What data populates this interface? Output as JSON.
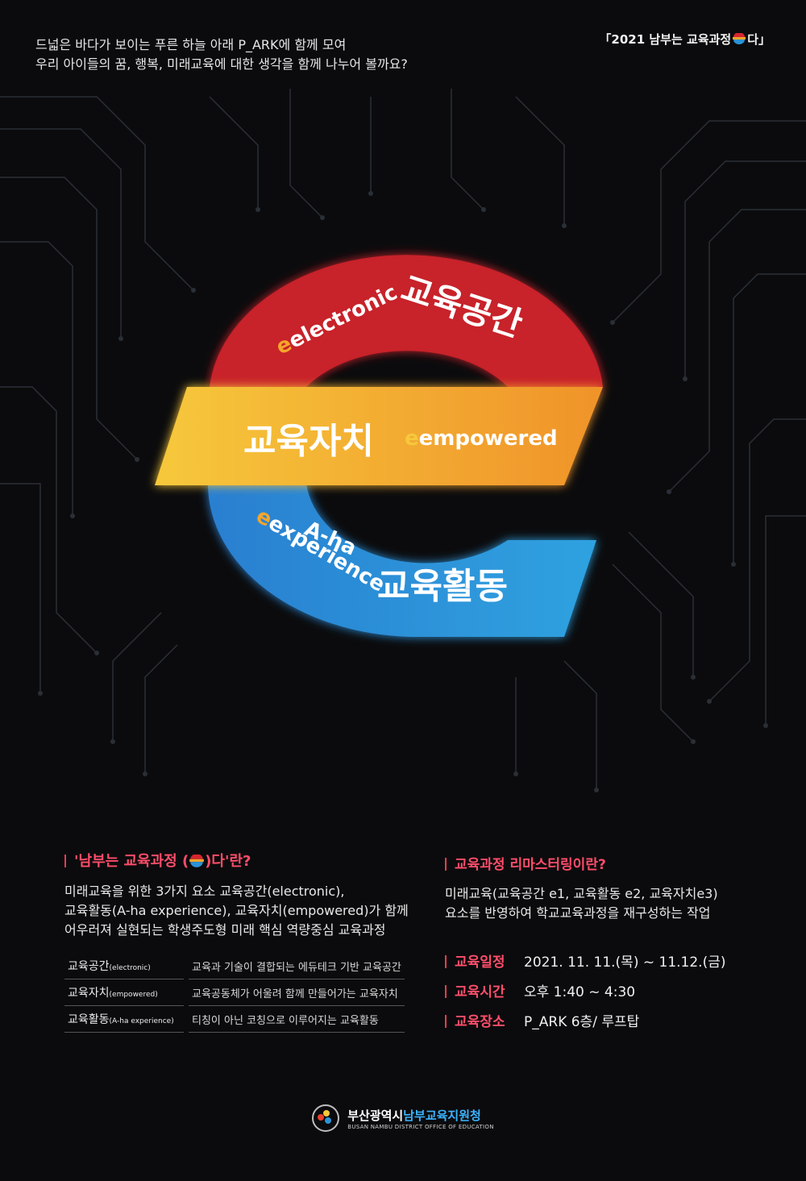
{
  "intro": {
    "line1": "드넓은 바다가 보이는 푸른 하늘 아래 P_ARK에 함께 모여",
    "line2": "우리 아이들의 꿈, 행복, 미래교육에 대한 생각을 함께 나누어 볼까요?"
  },
  "top_tag": "「2021 남부는 교육과정",
  "top_tag_end": "다」",
  "emblem": {
    "red_en": "electronic",
    "red_ko": "교육공간",
    "orange_ko": "교육자치",
    "orange_en": "empowered",
    "blue_en1": "A-ha",
    "blue_en2": "experience",
    "blue_ko": "교육활동"
  },
  "left": {
    "heading_pre": "'남부는 교육과정 (",
    "heading_post": ")다'란?",
    "body1": "미래교육을 위한 3가지 요소 교육공간(electronic),",
    "body2": "교육활동(A-ha experience), 교육자치(empowered)가 함께",
    "body3": "어우러져 실현되는 학생주도형 미래 핵심 역량중심 교육과정",
    "rows": [
      {
        "term": "교육공간",
        "sub": "(electronic)",
        "desc": "교육과 기술이 결합되는 에듀테크 기반 교육공간"
      },
      {
        "term": "교육자치",
        "sub": "(empowered)",
        "desc": "교육공동체가 어울려 함께 만들어가는 교육자치"
      },
      {
        "term": "교육활동",
        "sub": "(A-ha experience)",
        "desc": "티칭이 아닌 코칭으로 이루어지는 교육활동"
      }
    ]
  },
  "right": {
    "heading": "교육과정 리마스터링이란?",
    "body1": "미래교육(교육공간 e1, 교육활동 e2, 교육자치e3)",
    "body2": "요소를 반영하여 학교교육과정을 재구성하는 작업",
    "schedule_label": "교육일정",
    "schedule_value": "2021. 11. 11.(목) ~ 11.12.(금)",
    "time_label": "교육시간",
    "time_value": "오후 1:40 ~ 4:30",
    "place_label": "교육장소",
    "place_value": "P_ARK 6층/ 루프탑"
  },
  "footer": {
    "org_white": "부산광역시",
    "org_blue": "남부교육지원청",
    "org_en": "BUSAN NAMBU DISTRICT OFFICE OF EDUCATION"
  },
  "colors": {
    "red": "#c8202a",
    "orange": "#f5a52a",
    "yellow": "#f7c43a",
    "blue": "#2b93d6",
    "accent": "#ff4d6a"
  }
}
